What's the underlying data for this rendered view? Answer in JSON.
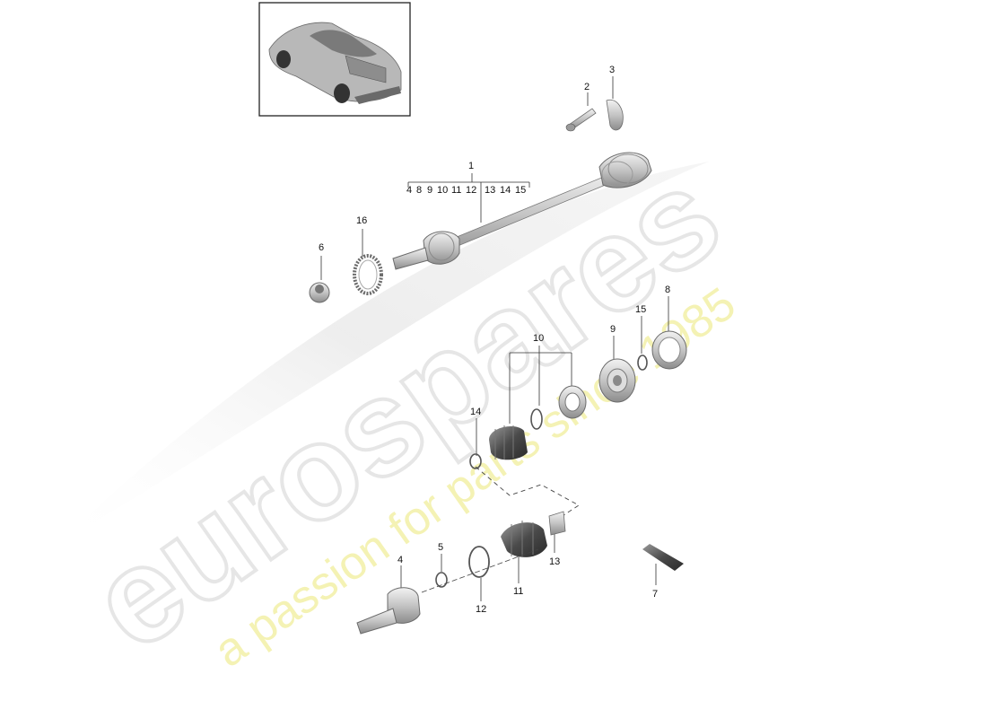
{
  "callouts": {
    "c1": "1",
    "c2": "2",
    "c3": "3",
    "c4": "4",
    "c5": "5",
    "c6": "6",
    "c7": "7",
    "c8": "8",
    "c9": "9",
    "c10": "10",
    "c11": "11",
    "c12": "12",
    "c13": "13",
    "c14": "14",
    "c15": "15",
    "c16": "16"
  },
  "kit_members": [
    "4",
    "8",
    "9",
    "10",
    "11",
    "12",
    "13",
    "14",
    "15"
  ],
  "watermark": {
    "brand": "eurospares",
    "tagline": "a passion for parts since 1985",
    "brand_color": "#e6e6e6",
    "tagline_color": "#f3f0a8"
  },
  "colors": {
    "part_light": "#e4e4e4",
    "part_mid": "#bdbdbd",
    "part_dark": "#8a8a8a",
    "frame": "#222222"
  }
}
